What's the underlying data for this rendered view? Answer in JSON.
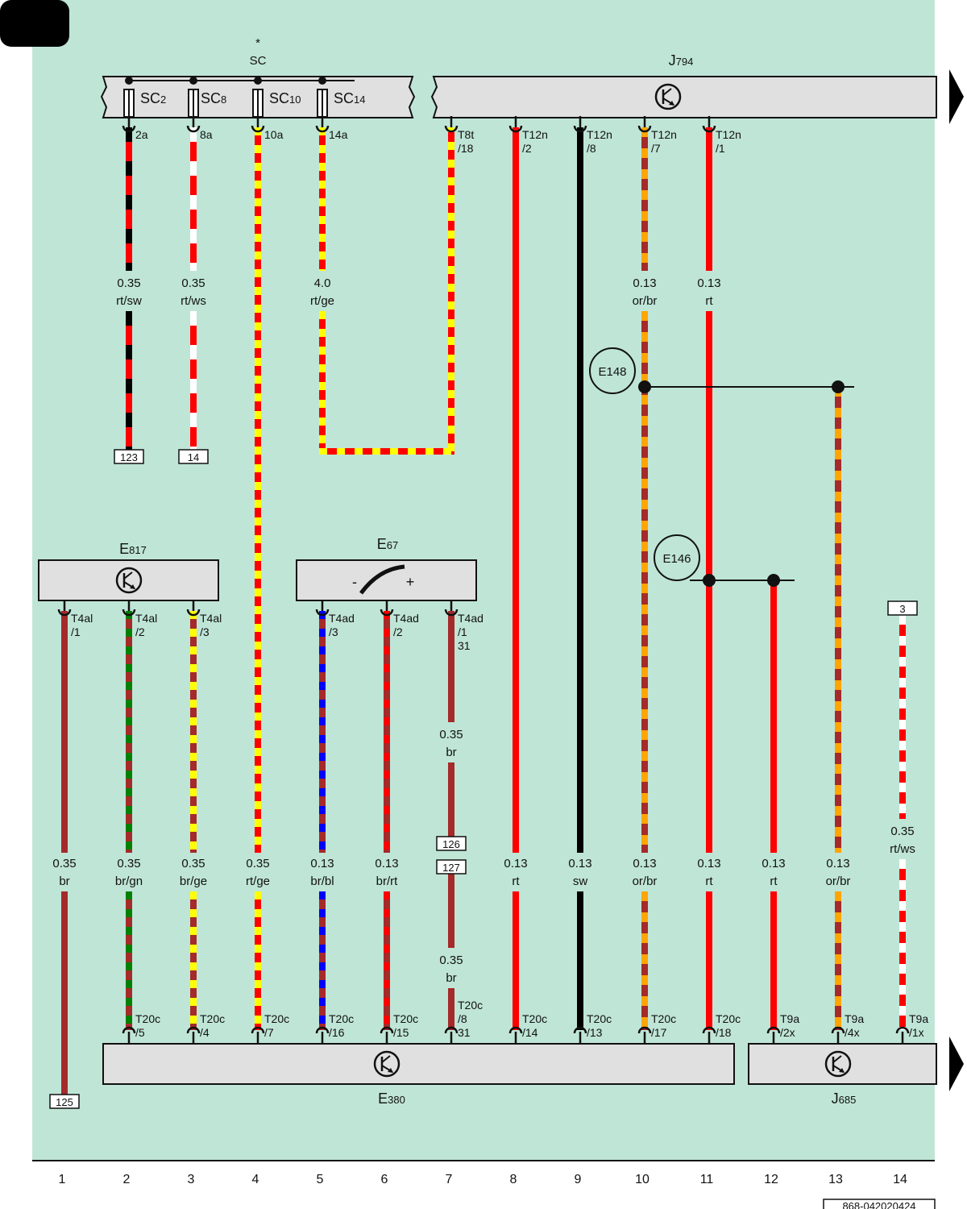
{
  "colors": {
    "background": "#bfe5d7",
    "rt": "#ff0000",
    "ge": "#ffff00",
    "sw": "#000000",
    "ws": "#ffffff",
    "br": "#a52a2a",
    "gn": "#008000",
    "bl": "#0000ff",
    "or": "#ffa500"
  },
  "fuse_block": {
    "label": "SC",
    "star": "*",
    "fuses": [
      {
        "id": "sc2",
        "name": "SC",
        "num": "2",
        "pin": "2a"
      },
      {
        "id": "sc8",
        "name": "SC",
        "num": "8",
        "pin": "8a"
      },
      {
        "id": "sc10",
        "name": "SC",
        "num": "10",
        "pin": "10a"
      },
      {
        "id": "sc14",
        "name": "SC",
        "num": "14",
        "pin": "14a"
      }
    ]
  },
  "components": {
    "j794": {
      "name": "J",
      "num": "794"
    },
    "e817": {
      "name": "E",
      "num": "817"
    },
    "e67": {
      "name": "E",
      "num": "67",
      "minus": "-",
      "plus": "+"
    },
    "e380": {
      "name": "E",
      "num": "380"
    },
    "j685": {
      "name": "J",
      "num": "685"
    },
    "e148": {
      "name": "E148"
    },
    "e146": {
      "name": "E146"
    }
  },
  "pins": {
    "t8t_18": [
      "T8t",
      "/18"
    ],
    "t12n_2": [
      "T12n",
      "/2"
    ],
    "t12n_8": [
      "T12n",
      "/8"
    ],
    "t12n_7": [
      "T12n",
      "/7"
    ],
    "t12n_1": [
      "T12n",
      "/1"
    ],
    "t4al_1": [
      "T4al",
      "/1"
    ],
    "t4al_2": [
      "T4al",
      "/2"
    ],
    "t4al_3": [
      "T4al",
      "/3"
    ],
    "t4ad_3": [
      "T4ad",
      "/3"
    ],
    "t4ad_2": [
      "T4ad",
      "/2"
    ],
    "t4ad_1": [
      "T4ad",
      "/1",
      "31"
    ],
    "t20c_5": [
      "T20c",
      "/5"
    ],
    "t20c_4": [
      "T20c",
      "/4"
    ],
    "t20c_7": [
      "T20c",
      "/7"
    ],
    "t20c_16": [
      "T20c",
      "/16"
    ],
    "t20c_15": [
      "T20c",
      "/15"
    ],
    "t20c_8": [
      "T20c",
      "/8",
      "31"
    ],
    "t20c_14": [
      "T20c",
      "/14"
    ],
    "t20c_13": [
      "T20c",
      "/13"
    ],
    "t20c_17": [
      "T20c",
      "/17"
    ],
    "t20c_18": [
      "T20c",
      "/18"
    ],
    "t9a_2x": [
      "T9a",
      "/2x"
    ],
    "t9a_4x": [
      "T9a",
      "/4x"
    ],
    "t9a_1x": [
      "T9a",
      "/1x"
    ]
  },
  "wires": {
    "w1_top": [
      "0.35",
      "rt/sw"
    ],
    "w2_top": [
      "0.35",
      "rt/ws"
    ],
    "w3_top": [
      "4.0",
      "rt/ge"
    ],
    "w4_top": [
      "0.13",
      "or/br"
    ],
    "w5_top": [
      "0.13",
      "rt"
    ],
    "w7_mid": [
      "0.35",
      "br"
    ],
    "w7_low": [
      "0.35",
      "br"
    ],
    "w14_mid": [
      "0.35",
      "rt/ws"
    ],
    "b1": [
      "0.35",
      "br"
    ],
    "b2": [
      "0.35",
      "br/gn"
    ],
    "b3": [
      "0.35",
      "br/ge"
    ],
    "b4": [
      "0.35",
      "rt/ge"
    ],
    "b5": [
      "0.13",
      "br/bl"
    ],
    "b6": [
      "0.13",
      "br/rt"
    ],
    "b8": [
      "0.13",
      "rt"
    ],
    "b9": [
      "0.13",
      "sw"
    ],
    "b10": [
      "0.13",
      "or/br"
    ],
    "b11": [
      "0.13",
      "rt"
    ],
    "b12": [
      "0.13",
      "rt"
    ],
    "b13": [
      "0.13",
      "or/br"
    ]
  },
  "refs": {
    "r123": "123",
    "r14": "14",
    "r125": "125",
    "r126": "126",
    "r127": "127",
    "r3": "3"
  },
  "columns": [
    "1",
    "2",
    "3",
    "4",
    "5",
    "6",
    "7",
    "8",
    "9",
    "10",
    "11",
    "12",
    "13",
    "14"
  ],
  "doc_code": "868-042020424"
}
